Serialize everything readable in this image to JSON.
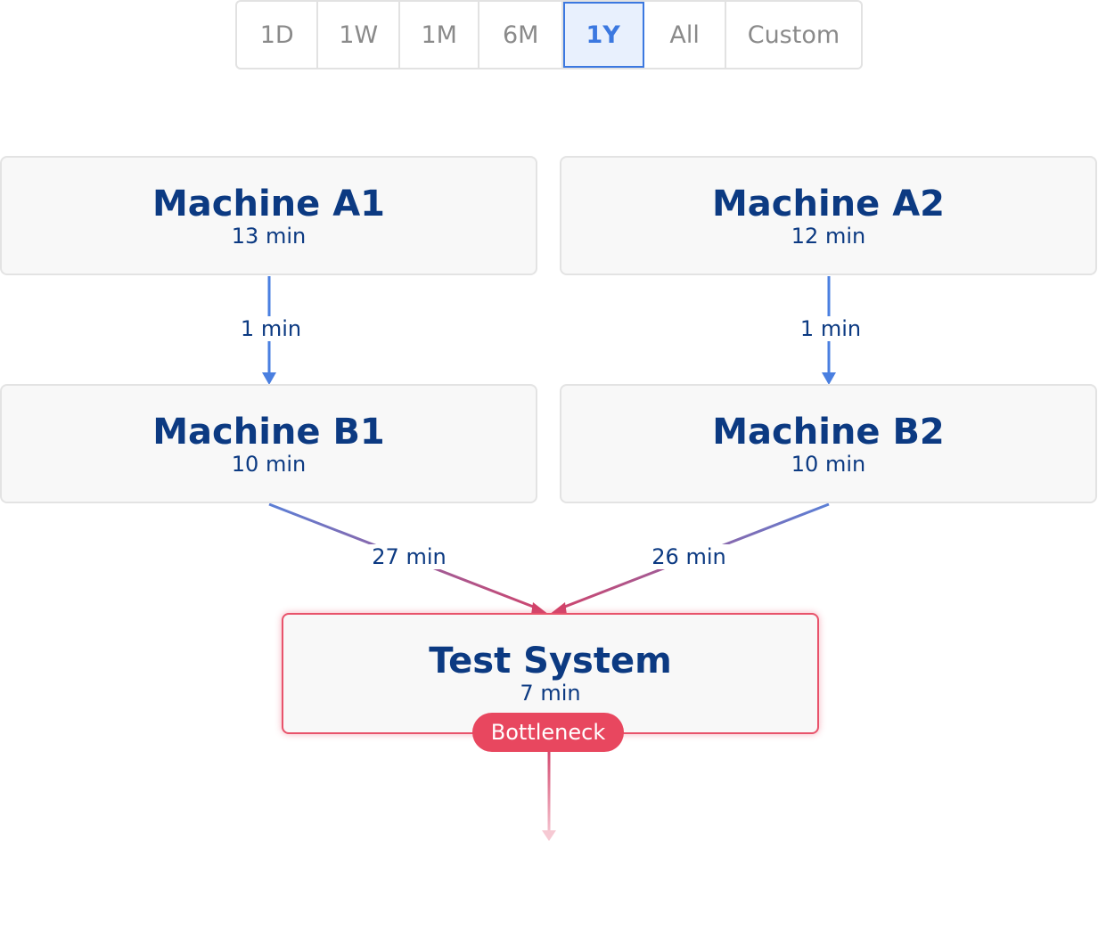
{
  "time_range": {
    "options": [
      "1D",
      "1W",
      "1M",
      "6M",
      "1Y",
      "All",
      "Custom"
    ],
    "selected": "1Y"
  },
  "nodes": {
    "machine_a1": {
      "name": "Machine A1",
      "duration": "13 min"
    },
    "machine_a2": {
      "name": "Machine A2",
      "duration": "12 min"
    },
    "machine_b1": {
      "name": "Machine B1",
      "duration": "10 min"
    },
    "machine_b2": {
      "name": "Machine B2",
      "duration": "10 min"
    },
    "test_system": {
      "name": "Test System",
      "duration": "7 min",
      "badge": "Bottleneck"
    }
  },
  "edges": {
    "a1_b1": "1 min",
    "a2_b2": "1 min",
    "b1_test": "27 min",
    "b2_test": "26 min"
  },
  "colors": {
    "accent": "#3b78e0",
    "node_text": "#0c3a82",
    "bottleneck": "#e8475f",
    "edge_blue": "#4a7fe0",
    "edge_red": "#d24a6e"
  }
}
